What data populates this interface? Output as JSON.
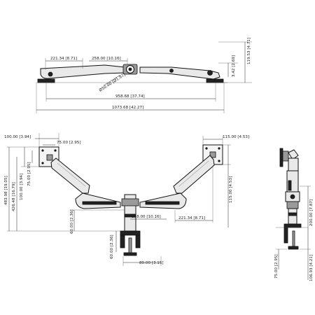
{
  "top_view": {
    "dims": {
      "offset": "221.34 [8.71]",
      "span": "258.00 [10.16]",
      "height1": "3.42 [2.69]",
      "height2": "119.53 [4.71]",
      "diameter": "Ø50.00 [Ø1.97]",
      "width1": "958.68 [37.74]",
      "width2": "1073.68 [42.27]"
    }
  },
  "front_view": {
    "dims": {
      "left_w1": "100.00 [3.94]",
      "left_w2": "75.00 [2.95]",
      "left_h1": "100.00 [3.94]",
      "left_h2": "75.00 [2.95]",
      "h_total1": "483.98 [19.05]",
      "h_total2": "426.48 [16.79]",
      "h_small": "60.00 [2.36]",
      "base_h": "60.00 [2.36]",
      "right_w": "115.00 [4.53]",
      "right_h": "115.00 [4.53]",
      "center_span": "258.00 [10.16]",
      "offset": "221.34 [8.71]",
      "clamp_w": "80.00 [3.15]"
    }
  },
  "side_view": {
    "dims": {
      "h1": "200.00 [7.87]",
      "clamp_depth": "75.00 [2.95]",
      "clamp_range": "106.93 [4.21]"
    }
  }
}
